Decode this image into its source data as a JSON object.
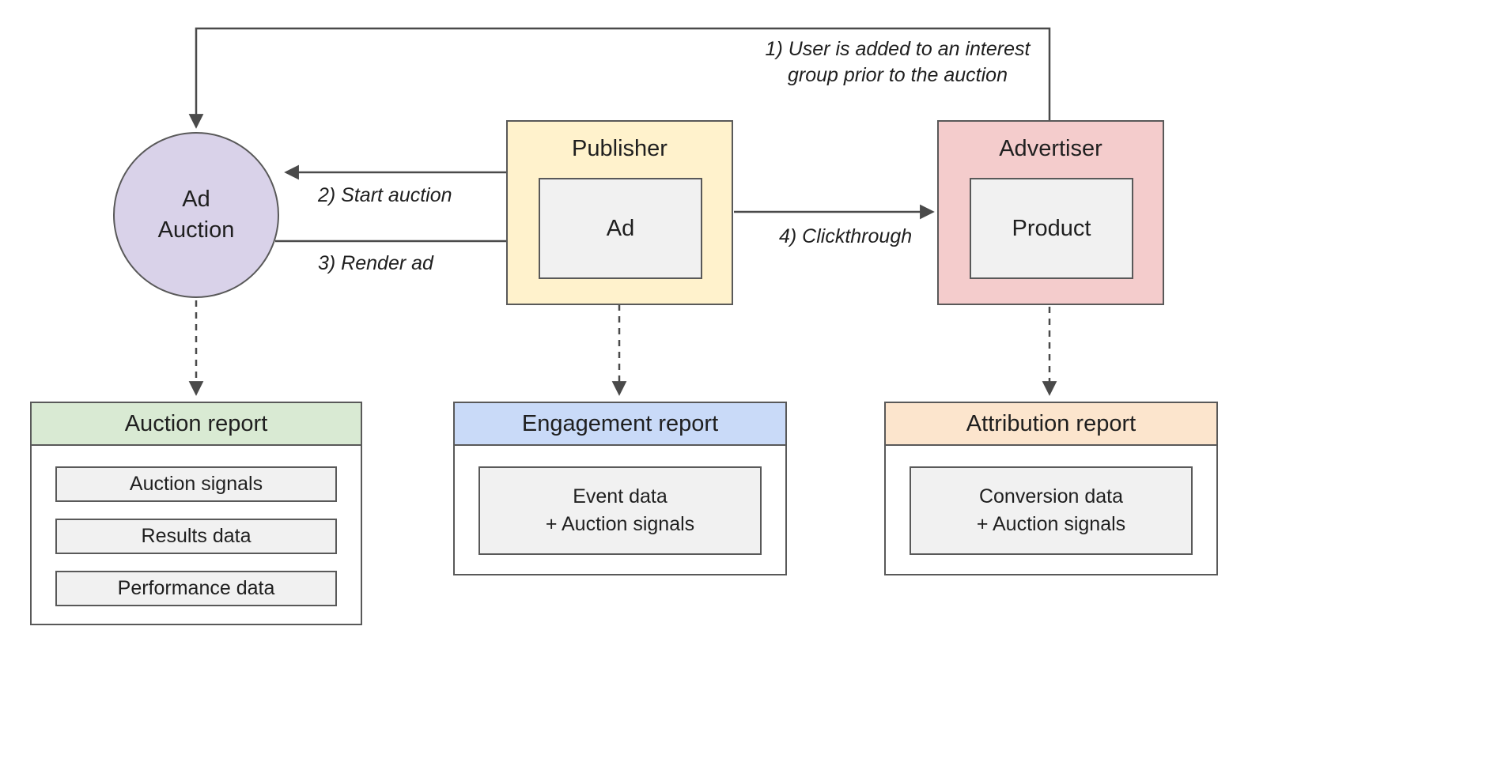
{
  "diagram": {
    "nodes": {
      "ad_auction": {
        "label": "Ad\nAuction"
      },
      "publisher": {
        "title": "Publisher",
        "child": "Ad"
      },
      "advertiser": {
        "title": "Advertiser",
        "child": "Product"
      }
    },
    "annotations": {
      "step1": "1) User is added to an interest group prior to the auction",
      "step2": "2) Start auction",
      "step3": "3) Render ad",
      "step4": "4) Clickthrough"
    },
    "reports": {
      "auction": {
        "title": "Auction report",
        "items": [
          "Auction signals",
          "Results data",
          "Performance data"
        ]
      },
      "engagement": {
        "title": "Engagement report",
        "items": [
          "Event data\n+ Auction signals"
        ]
      },
      "attribution": {
        "title": "Attribution report",
        "items": [
          "Conversion data\n+ Auction signals"
        ]
      }
    },
    "colors": {
      "ad_auction_fill": "#d9d2e9",
      "publisher_fill": "#fff2cc",
      "advertiser_fill": "#f4cccc",
      "auction_report_header": "#d9ead3",
      "engagement_report_header": "#c9daf8",
      "attribution_report_header": "#fce5cd",
      "inner_box_fill": "#f1f1f1",
      "border": "#595959",
      "arrow": "#4a4a4a"
    }
  }
}
